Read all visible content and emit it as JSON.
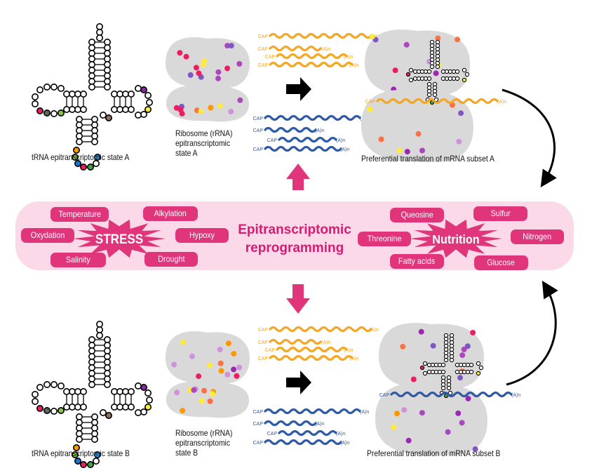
{
  "top": {
    "trna_label": "tRNA epitranscriptomic state A",
    "ribosome_label": [
      "Ribosome (rRNA)",
      "epitranscriptomic",
      "state A"
    ],
    "translation_label": "Preferential translation of mRNA subset A"
  },
  "bottom": {
    "trna_label": "tRNA epitranscriptomic state B",
    "ribosome_label": [
      "Ribosome (rRNA)",
      "epitranscriptomic",
      "state B"
    ],
    "translation_label": "Preferential translation of mRNA subset B"
  },
  "center": {
    "title_line1": "Epitranscriptomic",
    "title_line2": "reprogramming",
    "stress_label": "STRESS",
    "nutrition_label": "Nutrition",
    "stress_factors": [
      "Temperature",
      "Alkylation",
      "Oxydation",
      "Hypoxy",
      "Salinity",
      "Drought"
    ],
    "nutrition_factors": [
      "Queosine",
      "Sulfur",
      "Threonine",
      "Nitrogen",
      "Fatty acids",
      "Glucose"
    ]
  },
  "mrna": {
    "cap": "CAP",
    "polya": "(A)n"
  },
  "colors": {
    "magenta": "#e0357a",
    "band": "#fcd9e8",
    "orange_mrna": "#f5a623",
    "blue_mrna": "#2f5aa8",
    "ribosome": "#d9d9d9"
  }
}
